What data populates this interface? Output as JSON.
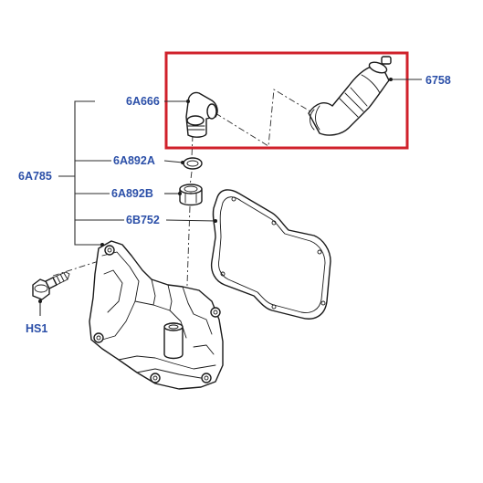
{
  "callouts": {
    "breather_tube": "6758",
    "connector": "6A666",
    "o_ring": "6A892A",
    "retaining_clip": "6A892B",
    "gasket": "6B752",
    "separator": "6A785",
    "bolt": "HS1"
  },
  "colors": {
    "highlight_box": "#d0212b",
    "label_text": "#2b4fa8",
    "line_art": "#1a1a1a"
  }
}
